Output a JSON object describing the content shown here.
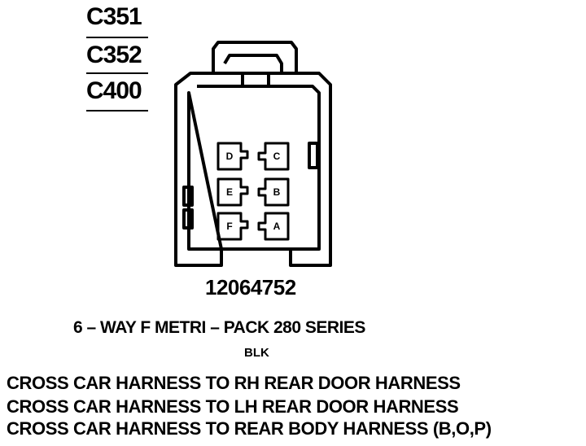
{
  "connectors": [
    "C351",
    "C352",
    "C400"
  ],
  "part_number": "12064752",
  "description": "6 – WAY F METRI – PACK 280 SERIES",
  "color": "BLK",
  "usages": [
    "CROSS CAR HARNESS TO RH REAR DOOR HARNESS",
    "CROSS CAR HARNESS TO LH REAR DOOR HARNESS",
    "CROSS CAR HARNESS TO REAR BODY HARNESS (B,O,P)"
  ],
  "pins": {
    "left": [
      "D",
      "E",
      "F"
    ],
    "right": [
      "C",
      "B",
      "A"
    ]
  }
}
